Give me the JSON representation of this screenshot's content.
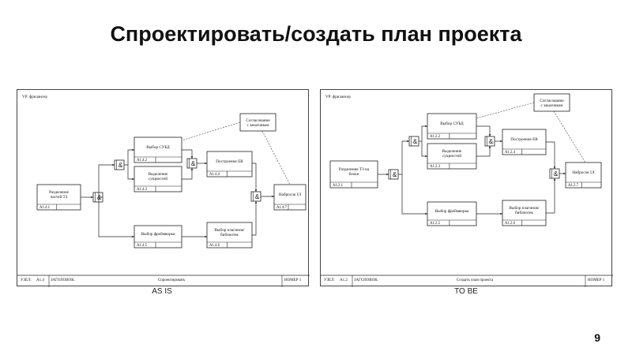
{
  "slide": {
    "title": "Спроектировать/создать план проекта",
    "page_number": "9"
  },
  "junction_symbol": "&",
  "as_is": {
    "caption": "AS IS",
    "header": "VP: фрилансер",
    "footer": {
      "node_label": "УЗЕЛ:",
      "node_value": "A1.4",
      "title_label": "ЗАГОЛОВОК:",
      "title_value": "Спроектировать",
      "number_label": "НОМЕР 1"
    },
    "boxes": {
      "split": {
        "label": [
          "Разделение",
          "частей ТЗ"
        ],
        "id": "A1.4.1"
      },
      "dbms": {
        "label": [
          "Выбор СУБД"
        ],
        "id": "A1.4.2"
      },
      "entities": {
        "label": [
          "Выделение",
          "сущностей"
        ],
        "id": "A1.4.3"
      },
      "er": {
        "label": [
          "Построение ER"
        ],
        "id": "A1.4.4"
      },
      "framework": {
        "label": [
          "Выбор фреймворка"
        ],
        "id": "A1.4.5"
      },
      "plugins": {
        "label": [
          "Выбор плагинов/",
          "библиотек"
        ],
        "id": "A1.4.6"
      },
      "ui": {
        "label": [
          "Набросок UI"
        ],
        "id": "A1.4.7"
      },
      "client": {
        "label": [
          "Согласование",
          "с заказчиком"
        ]
      }
    }
  },
  "to_be": {
    "caption": "TO BE",
    "header": "VP: фрилансер",
    "footer": {
      "node_label": "УЗЕЛ:",
      "node_value": "A1.2",
      "title_label": "ЗАГОЛОВОК:",
      "title_value": "Создать план проекта",
      "number_label": "НОМЕР 1"
    },
    "boxes": {
      "split": {
        "label": [
          "Разделение ТЗ на",
          "блоки"
        ],
        "id": "A1.2.1"
      },
      "dbms": {
        "label": [
          "Выбор СУБД"
        ],
        "id": "A1.2.2"
      },
      "entities": {
        "label": [
          "Выделение",
          "сущностей"
        ],
        "id": "A1.2.3"
      },
      "er": {
        "label": [
          "Построение ER"
        ],
        "id": "A1.2.4"
      },
      "framework": {
        "label": [
          "Выбор фреймворка"
        ],
        "id": "A1.2.5"
      },
      "plugins": {
        "label": [
          "Выбор плагинов/",
          "библиотек"
        ],
        "id": "A1.2.6"
      },
      "ui": {
        "label": [
          "Набросок UI"
        ],
        "id": "A1.2.7"
      },
      "client": {
        "label": [
          "Согласование",
          "с заказчиком"
        ]
      }
    }
  }
}
